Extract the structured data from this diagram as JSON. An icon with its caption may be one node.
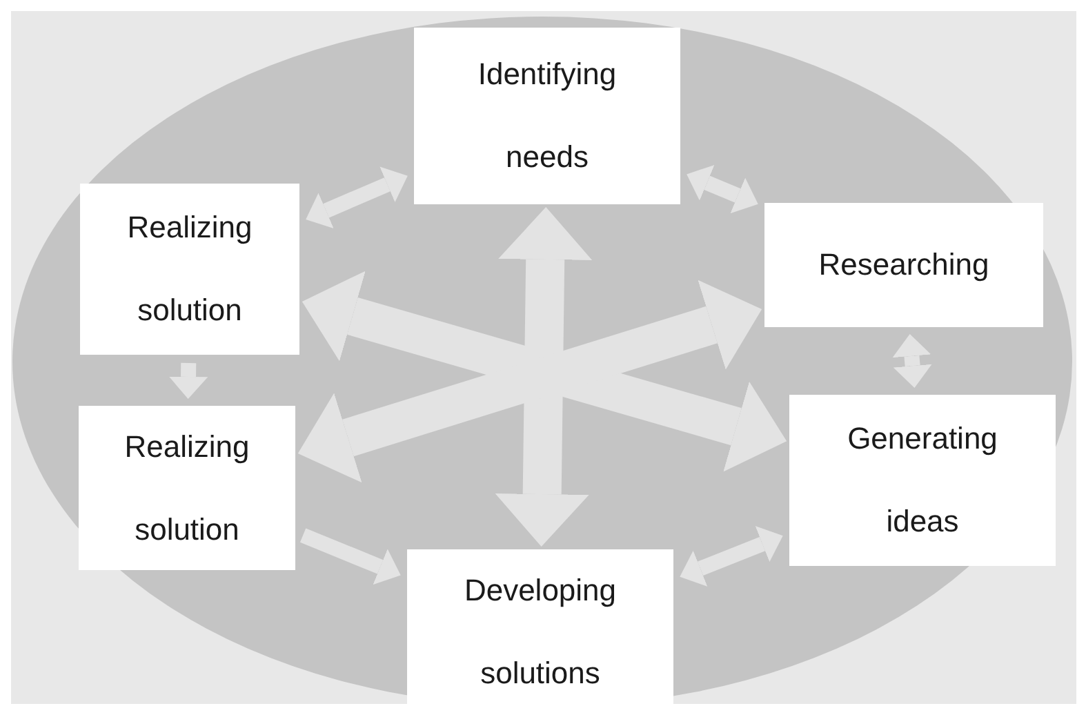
{
  "diagram": {
    "nodes": [
      {
        "text": [
          "Identifying needs"
        ]
      },
      {
        "text": [
          "Researching"
        ]
      },
      {
        "text": [
          "Generating ideas"
        ]
      },
      {
        "text": [
          "Developing solutions"
        ]
      },
      {
        "text": [
          "Realizing solution"
        ]
      },
      {
        "text": [
          "Realizing solution"
        ]
      }
    ],
    "edges": [
      {
        "from": 0,
        "to": 1,
        "arrow": "both"
      },
      {
        "from": 1,
        "to": 2,
        "arrow": "both"
      },
      {
        "from": 2,
        "to": 3,
        "arrow": "both"
      },
      {
        "from": 4,
        "to": 3,
        "arrow": "to"
      },
      {
        "from": 5,
        "to": 4,
        "arrow": "to"
      },
      {
        "from": 5,
        "to": 0,
        "arrow": "both"
      },
      {
        "from": 0,
        "to": 3,
        "arrow": "both",
        "style": "thick"
      },
      {
        "from": 5,
        "to": 2,
        "arrow": "both",
        "style": "thick"
      },
      {
        "from": 1,
        "to": 4,
        "arrow": "both",
        "style": "thick"
      }
    ]
  }
}
